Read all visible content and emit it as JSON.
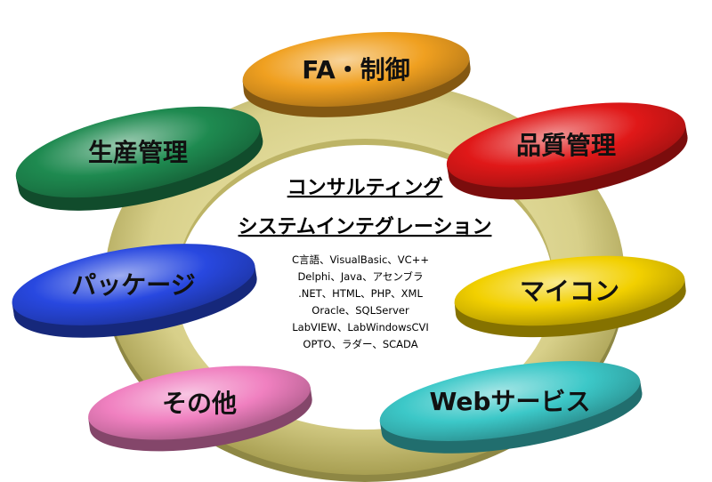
{
  "center": {
    "title_line1": "コンサルティング",
    "title_line2": "システムインテグレーション",
    "tech_lines": [
      "C言語、VisualBasic、VC++",
      "Delphi、Java、アセンブラ",
      ".NET、HTML、PHP、XML",
      "Oracle、SQLServer",
      "LabVIEW、LabWindowsCVI",
      "OPTO、ラダー、SCADA"
    ]
  },
  "discs": [
    {
      "label": "FA・制御",
      "icon": "orange-disc-icon",
      "color": "#f0a020"
    },
    {
      "label": "品質管理",
      "icon": "red-disc-icon",
      "color": "#e01818"
    },
    {
      "label": "マイコン",
      "icon": "yellow-disc-icon",
      "color": "#f2d000"
    },
    {
      "label": "Webサービス",
      "icon": "teal-disc-icon",
      "color": "#3cc8c8"
    },
    {
      "label": "その他",
      "icon": "pink-disc-icon",
      "color": "#f080c0"
    },
    {
      "label": "パッケージ",
      "icon": "blue-disc-icon",
      "color": "#2848e0"
    },
    {
      "label": "生産管理",
      "icon": "green-disc-icon",
      "color": "#1e8a50"
    }
  ],
  "ring_color": "#cfc77a"
}
